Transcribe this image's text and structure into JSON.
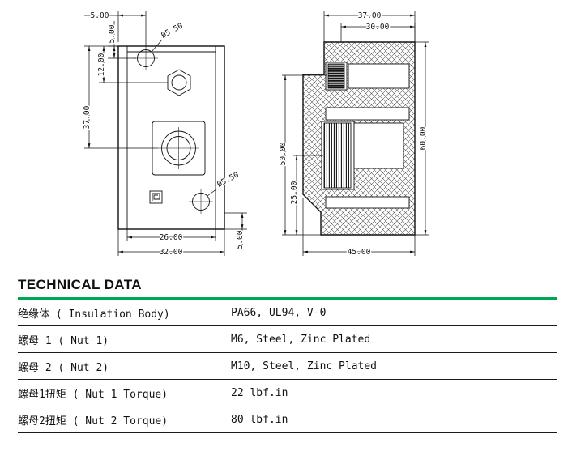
{
  "technical_data": {
    "title": "TECHNICAL DATA",
    "accent_color": "#00A651",
    "rows": [
      {
        "label": "绝缘体 ( Insulation Body)",
        "value": "PA66, UL94, V-0"
      },
      {
        "label": "螺母 1 ( Nut 1)",
        "value": "M6, Steel, Zinc Plated"
      },
      {
        "label": "螺母 2 ( Nut 2)",
        "value": "M10, Steel, Zinc Plated"
      },
      {
        "label": "螺母1扭矩 ( Nut 1 Torque)",
        "value": "22 lbf.in"
      },
      {
        "label": "螺母2扭矩 ( Nut 2 Torque)",
        "value": "80 lbf.in"
      }
    ]
  },
  "drawing": {
    "front_view": {
      "dims": {
        "offset_x": "5.00",
        "offset_y": "5.00",
        "hole_top_dia": "Ø5.50",
        "nut_center": "12.00",
        "pocket_center": "37.00",
        "inner_width": "26.00",
        "outer_width": "32.00",
        "hole_bottom_dia": "Ø5.50",
        "offset_bottom": "5.00"
      }
    },
    "side_view": {
      "dims": {
        "top_width": "37.00",
        "top_inner_width": "30.00",
        "left_height": "50.00",
        "left_inner_height": "25.00",
        "overall_height": "60.00",
        "bottom_width": "45.00"
      }
    }
  }
}
